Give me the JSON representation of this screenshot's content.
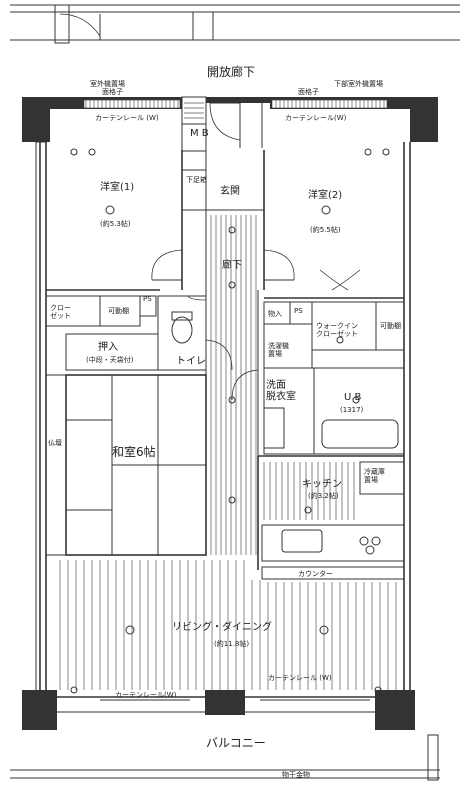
{
  "corridor": "開放廊下",
  "balcony": "バルコニー",
  "outdoor_unit_left": "室外機置場",
  "lattice_left": "面格子",
  "lattice_right": "面格子",
  "outdoor_unit_right": "下部室外機置場",
  "curtain_rail_top": "カーテンレール (W)",
  "curtain_rail_top_right": "カーテンレール(W)",
  "curtain_rail_bottom_left": "カーテンレール(W)",
  "curtain_rail_bottom_right": "カーテンレール (W)",
  "mb": "M B",
  "shoe_rack": "下足箱",
  "entrance": "玄関",
  "hallway": "廊下",
  "western1": {
    "name": "洋室(1)",
    "size": "(約5.3帖)"
  },
  "western2": {
    "name": "洋室(2)",
    "size": "(約5.5帖)"
  },
  "closet": "クロー\nゼット",
  "movable_shelf_left": "可動棚",
  "storage": "物入",
  "walkin": "ウォークイン\nクローゼット",
  "movable_shelf_right": "可動棚",
  "oshiire": {
    "name": "押入",
    "sub": "(中段・天袋付)"
  },
  "toilet": "トイレ",
  "washer": "洗濯機\n置場",
  "washroom": "洗面\n脱衣室",
  "ub": {
    "name": "U.B",
    "size": "(1317)"
  },
  "fridge": "冷蔵庫\n置場",
  "kitchen": {
    "name": "キッチン",
    "size": "(約3.2帖)"
  },
  "tatami": "和室6帖",
  "butsu": "仏壇",
  "counter": "カウンター",
  "ldk": {
    "name": "リビング・ダイニング",
    "size": "(約11.8帖)"
  },
  "drying": "物干金物",
  "ps": "PS"
}
